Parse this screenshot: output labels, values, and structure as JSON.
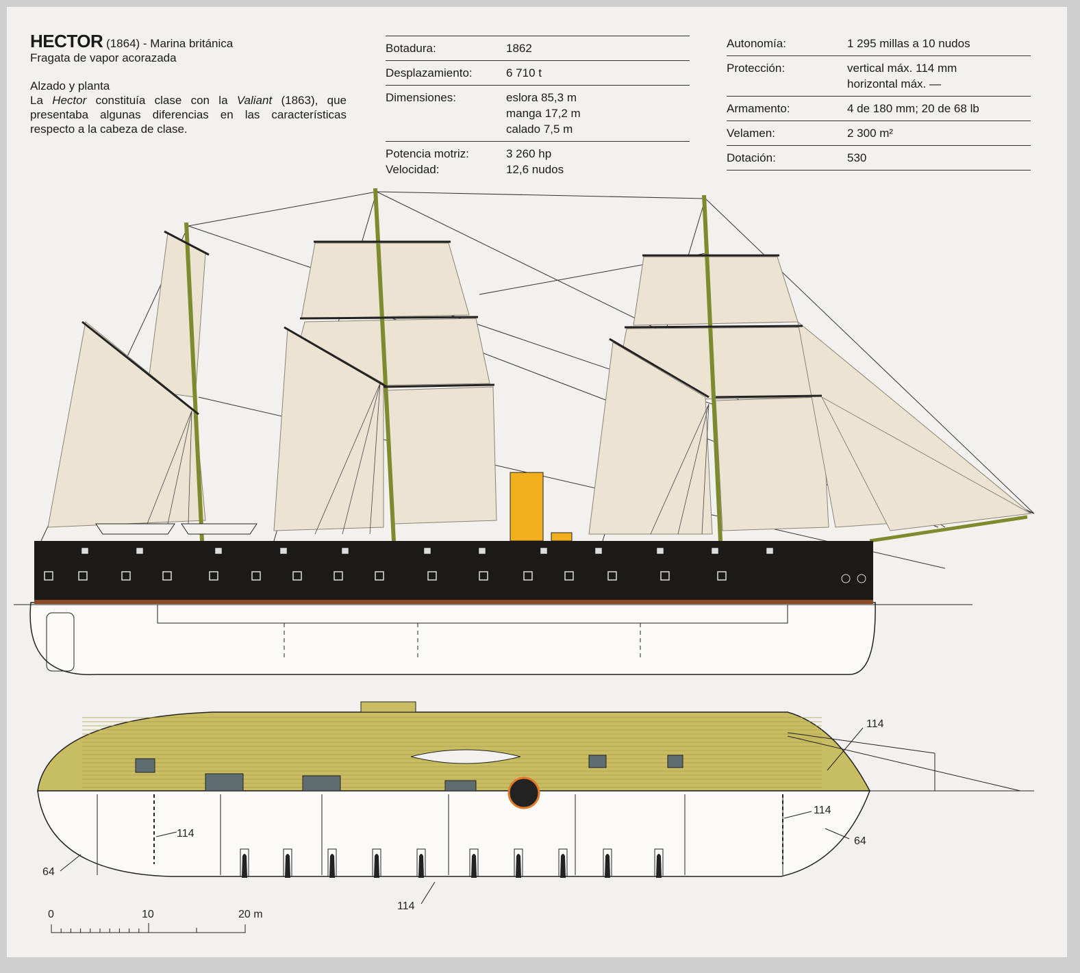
{
  "header": {
    "name": "HECTOR",
    "year_navy": "(1864) - Marina británica",
    "type": "Fragata de vapor acorazada",
    "section": "Alzado y planta",
    "desc_1": "La ",
    "desc_hector": "Hector",
    "desc_2": " constituía clase con la ",
    "desc_valiant": "Valiant",
    "desc_3": " (1863), que presentaba algunas diferencias en las características respecto a la cabeza de clase."
  },
  "specs_left": [
    {
      "label": "Botadura:",
      "value": [
        "1862"
      ]
    },
    {
      "label": "Desplazamiento:",
      "value": [
        "6 710 t"
      ]
    },
    {
      "label": "Dimensiones:",
      "value": [
        "eslora 85,3 m",
        "manga 17,2 m",
        "calado 7,5 m"
      ]
    },
    {
      "label": "Potencia motriz:",
      "value": [
        "3 260 hp"
      ],
      "label2": "Velocidad:",
      "value2": "12,6 nudos"
    }
  ],
  "specs_right": [
    {
      "label": "Autonomía:",
      "value": [
        "1 295 millas a 10 nudos"
      ]
    },
    {
      "label": "Protección:",
      "value": [
        "vertical máx. 114 mm",
        "horizontal máx. —"
      ]
    },
    {
      "label": "Armamento:",
      "value": [
        "4 de 180 mm; 20 de 68 lb"
      ]
    },
    {
      "label": "Velamen:",
      "value": [
        "2 300 m²"
      ]
    },
    {
      "label": "Dotación:",
      "value": [
        "530"
      ]
    }
  ],
  "annotations": {
    "a1": "114",
    "a2": "114",
    "a3": "114",
    "a4": "114",
    "a5": "64",
    "a6": "64"
  },
  "scale": {
    "t0": "0",
    "t10": "10",
    "t20": "20 m"
  },
  "colors": {
    "hull": "#1c1a17",
    "sail": "#ece3d3",
    "deck": "#c9bd63",
    "mast": "#8e9a3a",
    "funnel": "#f2b01e",
    "waterline": "#8a4a26"
  }
}
